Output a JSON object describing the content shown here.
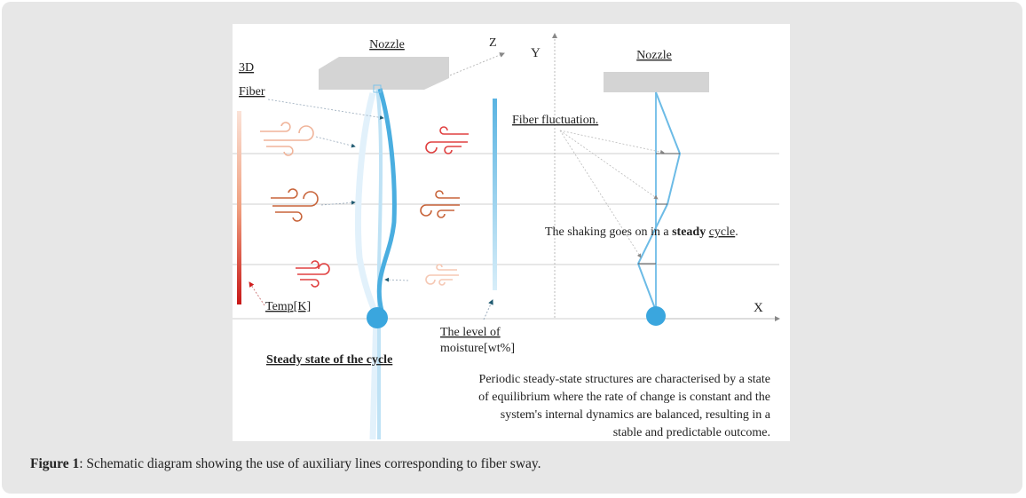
{
  "figure": {
    "labels": {
      "nozzle_3d": "Nozzle",
      "nozzle_2d": "Nozzle",
      "axis_z": "Z",
      "axis_y": "Y",
      "axis_x": "X",
      "label_3d": "3D",
      "label_fiber": "Fiber",
      "temp": "Temp[K]",
      "moisture_line1": "The level of",
      "moisture_line2": "moisture[wt%]",
      "steady_state": "Steady state of the cycle",
      "fiber_fluctuation": "Fiber fluctuation.",
      "shaking_prefix": "The shaking goes on in a ",
      "shaking_bold": "steady",
      "shaking_underline": "cycle",
      "shaking_suffix": ".",
      "desc_line1": "Periodic steady-state structures are characterised by a state",
      "desc_line2": "of equilibrium where the rate of change is constant and the",
      "desc_line3": "system's internal dynamics are balanced, resulting in a",
      "desc_line4": "stable and predictable outcome."
    },
    "colors": {
      "fiber": "#4aaee0",
      "temp_hot": "#c81818",
      "nozzle": "#d4d4d4"
    }
  },
  "caption": {
    "label": "Figure 1",
    "text": ": Schematic diagram showing the use of auxiliary lines corresponding to fiber sway."
  }
}
